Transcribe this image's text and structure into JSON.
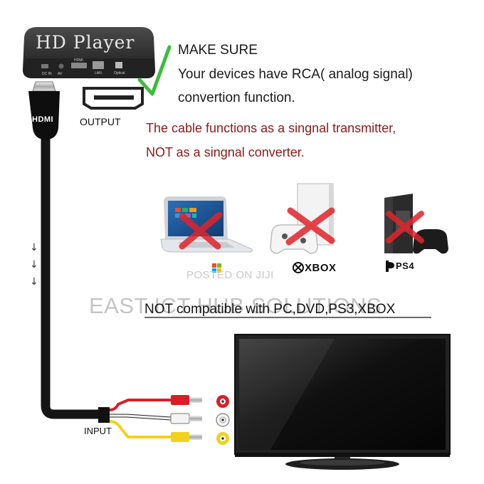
{
  "player": {
    "title": "HD Player",
    "ports": {
      "dc_in": "DC IN",
      "av": "AV",
      "hdmi": "HDMI",
      "lan": "LAN",
      "optical": "Optical"
    }
  },
  "plug": {
    "text": "HDMI"
  },
  "labels": {
    "output": "OUTPUT",
    "input": "INPUT"
  },
  "message": {
    "make_sure": "MAKE SURE",
    "devices": "Your devices have RCA( analog signal)",
    "conversion": "convertion function.",
    "transmitter": "The cable functions as a singnal transmitter,",
    "converter": "NOT as a singnal converter."
  },
  "logos": {
    "xbox": "XBOX",
    "ps4": "PS4"
  },
  "watermarks": {
    "posted": "POSTED ON JIJI",
    "company": "EAST ICT HUB SOLUTIONS"
  },
  "incompatible": {
    "prefix": "NOT compatible with ",
    "devices": "PC,DVD,PS3,XBOX"
  },
  "flow_arrows": [
    "↓",
    "↓",
    "↓"
  ],
  "colors": {
    "checkmark": "#3dbb3d",
    "cross": "#e0242b",
    "warning_text": "#8b1a1a",
    "rca_red": "#d81f26",
    "rca_white": "#f2f2f2",
    "rca_yellow": "#f2d21b"
  },
  "icons": [
    "hdmi-port-icon",
    "checkmark-icon",
    "laptop-icon",
    "windows-logo-icon",
    "xbox-console-icon",
    "xbox-logo-icon",
    "ps4-console-icon",
    "playstation-logo-icon",
    "cross-icon",
    "tv-icon",
    "rca-jack-icon"
  ]
}
